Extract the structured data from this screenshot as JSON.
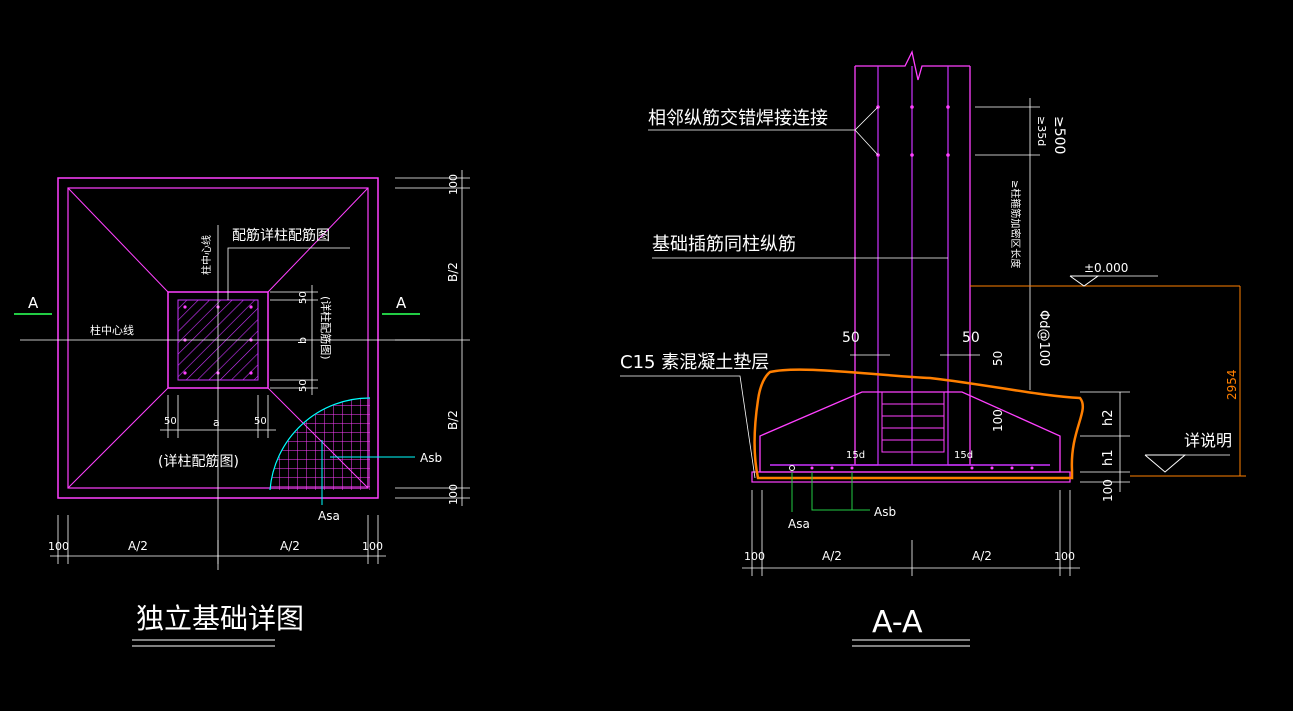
{
  "colors": {
    "background": "#000000",
    "outline": "#ff40ff",
    "rebar": "#cc33ff",
    "text": "#ffffff",
    "leader": "#00ffff",
    "markup": "#ff7f00",
    "dim": "#ffffff",
    "section_mark": "#22cc44"
  },
  "plan": {
    "title": "独立基础详图",
    "section_mark_left": "A",
    "section_mark_right": "A",
    "column_centerline_h": "柱中心线",
    "column_centerline_v": "柱中心线",
    "rebar_note": "配筋详柱配筋图",
    "column_rebar_note": "(详柱配筋图)",
    "base_rebar_note": "(详柱配筋图)",
    "label_asb": "Asb",
    "label_asa": "Asa",
    "dim_top_100": "100",
    "dim_b_half_top": "B/2",
    "dim_b_half_bottom": "B/2",
    "dim_bottom_100": "100",
    "dim_50_a": "50",
    "dim_b": "b",
    "dim_50_b": "50",
    "dim_50_c": "50",
    "dim_a": "a",
    "dim_50_d": "50",
    "dim_left_100": "100",
    "dim_a_half_left": "A/2",
    "dim_a_half_right": "A/2",
    "dim_right_100": "100"
  },
  "section": {
    "title": "A-A",
    "note_weld": "相邻纵筋交错焊接连接",
    "note_dowel": "基础插筋同柱纵筋",
    "note_cushion": "C15 素混凝土垫层",
    "note_detail": "详说明",
    "dim_500": "≥500",
    "dim_35d": "≥35d",
    "dim_vertical_note": "≥柱箍筋加密区长度",
    "elevation": "±0.000",
    "stirrup": "Φd@100",
    "dim_2954": "2954",
    "dim_50_left": "50",
    "dim_50_right": "50",
    "dim_50_v": "50",
    "dim_100_v": "100",
    "dim_15d_left": "15d",
    "dim_15d_right": "15d",
    "dim_h2": "h2",
    "dim_h1": "h1",
    "dim_100_bottom": "100",
    "label_asa": "Asa",
    "label_asb": "Asb",
    "dim_left_100": "100",
    "dim_a_half_left": "A/2",
    "dim_a_half_right": "A/2",
    "dim_right_100": "100"
  }
}
